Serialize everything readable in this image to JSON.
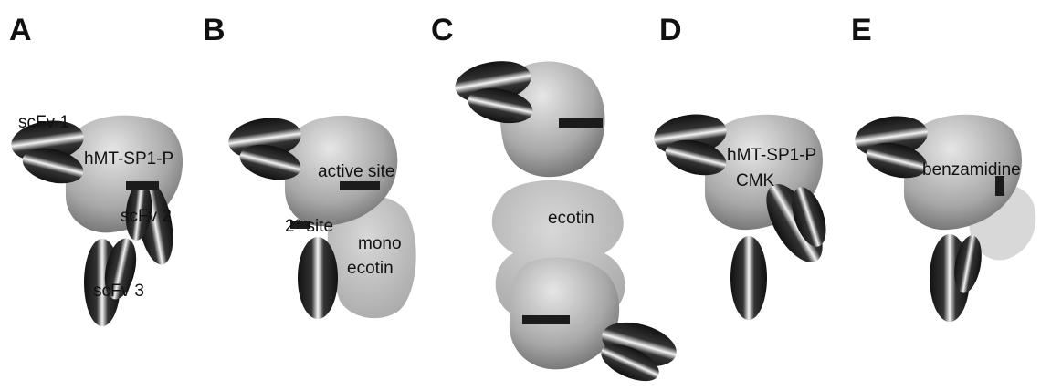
{
  "panels": [
    {
      "letter": "A",
      "labels": [
        "scFv 1",
        "hMT-SP1-P",
        "scFv 2",
        "scFv 3"
      ]
    },
    {
      "letter": "B",
      "labels": [
        "active site",
        "2° site",
        "mono",
        "ecotin"
      ]
    },
    {
      "letter": "C",
      "labels": [
        "ecotin"
      ]
    },
    {
      "letter": "D",
      "labels": [
        "hMT-SP1-P",
        "CMK"
      ]
    },
    {
      "letter": "E",
      "labels": [
        "benzamidine"
      ]
    }
  ],
  "colors": {
    "protease": "#8c8c8c",
    "protease_highlight": "#e4e4e4",
    "ecotin": "#b4b4b4",
    "antibody_dark": "#151515",
    "antibody_light": "#f2f2f2",
    "site_marker": "#1b1b1b"
  }
}
